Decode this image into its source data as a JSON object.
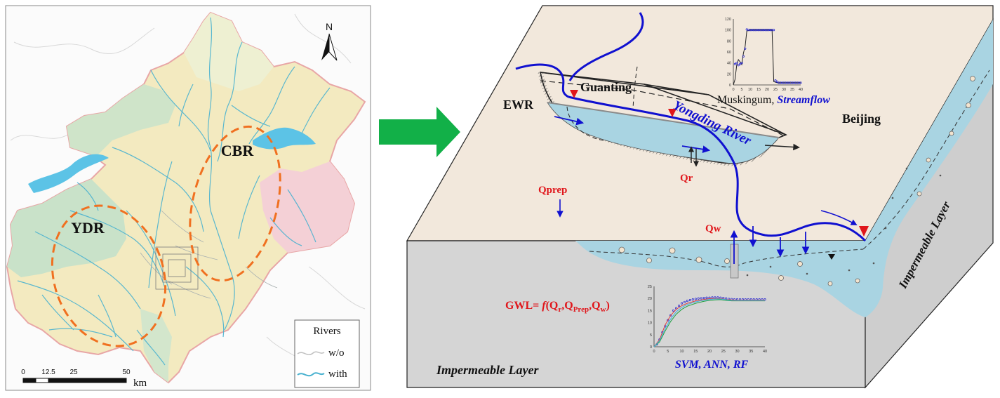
{
  "map": {
    "north_label": "N",
    "region_cbr": "CBR",
    "region_ydr": "YDR",
    "legend": {
      "title": "Rivers",
      "without": "w/o",
      "with": "with"
    },
    "scale": {
      "ticks": [
        "0",
        "12.5",
        "25",
        "50"
      ],
      "unit": "km"
    }
  },
  "diagram": {
    "guanting": "Guanting",
    "ewr": "EWR",
    "yongding_river": "Yongding River",
    "beijing": "Beijing",
    "qr": "Qr",
    "qprep": "Qprep",
    "qw": "Qw",
    "muskingum_prefix": "Muskingum, ",
    "muskingum_streamflow": "Streamflow",
    "gwl_parts": [
      "GWL= ",
      "f",
      "(Q",
      "r",
      ",Q",
      "Prep",
      ",Q",
      "w",
      ")"
    ],
    "ml_models": "SVM, ANN, RF",
    "impermeable_bottom": "Impermeable Layer",
    "impermeable_side": "Impermeable Layer"
  },
  "colors": {
    "river_blue": "#1010d0",
    "water_light": "#a9d4e2",
    "land_top": "#f2e8dc",
    "soil_gray": "#d5d5d5",
    "arrow_green": "#12b048",
    "ellipse_orange": "#f07020",
    "label_red": "#e0161b"
  },
  "chart_data": [
    {
      "type": "line",
      "name_in_figure": "streamflow inset",
      "xlim": [
        0,
        40
      ],
      "ylim": [
        0,
        120
      ],
      "x_ticks": [
        "0",
        "5",
        "10",
        "15",
        "20",
        "25",
        "30",
        "35",
        "40"
      ],
      "y_ticks": [
        "0",
        "20",
        "40",
        "60",
        "80",
        "100",
        "120"
      ],
      "series": [
        {
          "style": "line",
          "x": [
            0,
            1,
            2,
            3,
            4,
            5,
            6,
            7,
            8,
            10,
            14,
            18,
            20,
            21,
            22,
            23,
            24,
            26,
            30,
            35,
            40
          ],
          "y": [
            0,
            10,
            36,
            46,
            42,
            37,
            58,
            70,
            98,
            100,
            100,
            100,
            100,
            100,
            100,
            100,
            6,
            4,
            4,
            4,
            4
          ]
        },
        {
          "style": "points",
          "x": [
            1,
            2,
            3,
            4,
            5,
            6,
            7,
            8,
            9,
            10,
            11,
            12,
            13,
            14,
            15,
            16,
            17,
            18,
            19,
            20,
            21,
            22,
            23,
            24,
            25,
            26,
            27,
            28,
            29,
            30,
            31,
            32,
            33,
            34,
            35,
            36,
            37,
            38,
            39,
            40
          ],
          "y": [
            38,
            40,
            36,
            38,
            40,
            52,
            66,
            101,
            100,
            100,
            100,
            100,
            100,
            100,
            100,
            100,
            100,
            100,
            100,
            100,
            100,
            100,
            100,
            100,
            8,
            6,
            4,
            4,
            4,
            4,
            4,
            4,
            4,
            4,
            4,
            4,
            4,
            4,
            4,
            4
          ]
        }
      ]
    },
    {
      "type": "line",
      "name_in_figure": "groundwater level inset",
      "xlim": [
        0,
        40
      ],
      "ylim": [
        0,
        25
      ],
      "x_ticks": [
        "0",
        "5",
        "10",
        "15",
        "20",
        "25",
        "30",
        "35",
        "40"
      ],
      "y_ticks": [
        "0",
        "5",
        "10",
        "15",
        "20",
        "25"
      ],
      "series": [
        {
          "style": "points",
          "color": "#2020d0",
          "x": [
            1,
            2,
            3,
            4,
            5,
            6,
            7,
            8,
            9,
            10,
            11,
            12,
            13,
            14,
            15,
            16,
            17,
            18,
            19,
            20,
            21,
            22,
            23,
            24,
            25,
            26,
            27,
            28,
            29,
            30,
            31,
            32,
            33,
            34,
            35,
            36,
            37,
            38,
            39,
            40
          ],
          "y": [
            1,
            3,
            6,
            8.5,
            11,
            13,
            15,
            16,
            17,
            18,
            18.5,
            19,
            19.3,
            19.6,
            19.8,
            20,
            20.1,
            20.2,
            20.3,
            20.3,
            20.4,
            20.4,
            20.4,
            20.3,
            20.2,
            20,
            19.8,
            19.7,
            19.6,
            19.6,
            19.6,
            19.6,
            19.6,
            19.6,
            19.6,
            19.6,
            19.6,
            19.6,
            19.6,
            19.6
          ]
        },
        {
          "style": "line",
          "color": "#e04040",
          "x": [
            0,
            2,
            4,
            6,
            8,
            10,
            12,
            15,
            18,
            20,
            22,
            24,
            26,
            28,
            30,
            35,
            40
          ],
          "y": [
            0,
            3,
            9,
            13,
            15.5,
            17,
            18,
            19,
            19.6,
            19.9,
            20,
            20,
            19.6,
            19.4,
            19.3,
            19.3,
            19.3
          ]
        },
        {
          "style": "line",
          "color": "#20a040",
          "x": [
            0,
            2,
            4,
            6,
            8,
            10,
            12,
            15,
            18,
            20,
            22,
            24,
            26,
            28,
            30,
            35,
            40
          ],
          "y": [
            0,
            2,
            6.5,
            10.5,
            13.5,
            15.5,
            16.8,
            18,
            18.8,
            19.2,
            19.4,
            19.5,
            19.2,
            19,
            19,
            19,
            19
          ]
        },
        {
          "style": "line",
          "color": "#40b0e0",
          "x": [
            0,
            2,
            4,
            6,
            8,
            10,
            12,
            15,
            18,
            20,
            22,
            24,
            26,
            28,
            30,
            35,
            40
          ],
          "y": [
            0,
            2.5,
            7.5,
            11.5,
            14.5,
            16.3,
            17.5,
            18.6,
            19.3,
            19.6,
            19.8,
            19.8,
            19.5,
            19.2,
            19.1,
            19.1,
            19.1
          ]
        }
      ]
    }
  ]
}
